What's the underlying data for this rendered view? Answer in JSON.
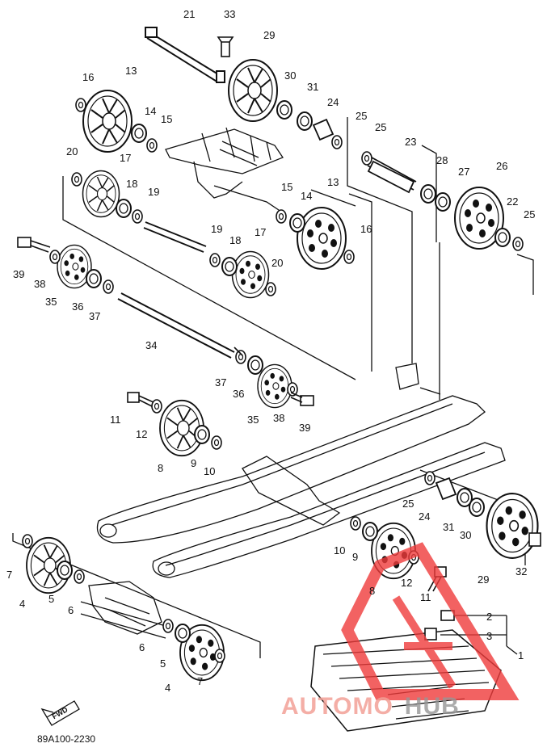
{
  "diagram": {
    "drawing_code": "89A100-2230",
    "forward_label": "FWD",
    "watermark": {
      "part_a": "AUTOMO",
      "part_b": "HUB",
      "color": "#ef3b3b"
    },
    "callouts": [
      {
        "id": "c21",
        "text": "21"
      },
      {
        "id": "c33",
        "text": "33"
      },
      {
        "id": "c29a",
        "text": "29"
      },
      {
        "id": "c13a",
        "text": "13"
      },
      {
        "id": "c16a",
        "text": "16"
      },
      {
        "id": "c30a",
        "text": "30"
      },
      {
        "id": "c31a",
        "text": "31"
      },
      {
        "id": "c24a",
        "text": "24"
      },
      {
        "id": "c25a",
        "text": "25"
      },
      {
        "id": "c25b",
        "text": "25"
      },
      {
        "id": "c14a",
        "text": "14"
      },
      {
        "id": "c15a",
        "text": "15"
      },
      {
        "id": "c23",
        "text": "23"
      },
      {
        "id": "c20a",
        "text": "20"
      },
      {
        "id": "c17a",
        "text": "17"
      },
      {
        "id": "c28",
        "text": "28"
      },
      {
        "id": "c27",
        "text": "27"
      },
      {
        "id": "c26",
        "text": "26"
      },
      {
        "id": "c18a",
        "text": "18"
      },
      {
        "id": "c19a",
        "text": "19"
      },
      {
        "id": "c15b",
        "text": "15"
      },
      {
        "id": "c14b",
        "text": "14"
      },
      {
        "id": "c13b",
        "text": "13"
      },
      {
        "id": "c22",
        "text": "22"
      },
      {
        "id": "c25c",
        "text": "25"
      },
      {
        "id": "c39a",
        "text": "39"
      },
      {
        "id": "c38a",
        "text": "38"
      },
      {
        "id": "c35a",
        "text": "35"
      },
      {
        "id": "c36a",
        "text": "36"
      },
      {
        "id": "c37a",
        "text": "37"
      },
      {
        "id": "c19b",
        "text": "19"
      },
      {
        "id": "c18b",
        "text": "18"
      },
      {
        "id": "c17b",
        "text": "17"
      },
      {
        "id": "c16b",
        "text": "16"
      },
      {
        "id": "c20b",
        "text": "20"
      },
      {
        "id": "c34",
        "text": "34"
      },
      {
        "id": "c37b",
        "text": "37"
      },
      {
        "id": "c36b",
        "text": "36"
      },
      {
        "id": "c35b",
        "text": "35"
      },
      {
        "id": "c38b",
        "text": "38"
      },
      {
        "id": "c39b",
        "text": "39"
      },
      {
        "id": "c11a",
        "text": "11"
      },
      {
        "id": "c12a",
        "text": "12"
      },
      {
        "id": "c8a",
        "text": "8"
      },
      {
        "id": "c9a",
        "text": "9"
      },
      {
        "id": "c10a",
        "text": "10"
      },
      {
        "id": "c25d",
        "text": "25"
      },
      {
        "id": "c24b",
        "text": "24"
      },
      {
        "id": "c31b",
        "text": "31"
      },
      {
        "id": "c30b",
        "text": "30"
      },
      {
        "id": "c10b",
        "text": "10"
      },
      {
        "id": "c9b",
        "text": "9"
      },
      {
        "id": "c8b",
        "text": "8"
      },
      {
        "id": "c12b",
        "text": "12"
      },
      {
        "id": "c11b",
        "text": "11"
      },
      {
        "id": "c29b",
        "text": "29"
      },
      {
        "id": "c32",
        "text": "32"
      },
      {
        "id": "c2",
        "text": "2"
      },
      {
        "id": "c3",
        "text": "3"
      },
      {
        "id": "c1",
        "text": "1"
      },
      {
        "id": "c7a",
        "text": "7"
      },
      {
        "id": "c4a",
        "text": "4"
      },
      {
        "id": "c5a",
        "text": "5"
      },
      {
        "id": "c6a",
        "text": "6"
      },
      {
        "id": "c6b",
        "text": "6"
      },
      {
        "id": "c5b",
        "text": "5"
      },
      {
        "id": "c4b",
        "text": "4"
      },
      {
        "id": "c7b",
        "text": "7"
      }
    ]
  }
}
